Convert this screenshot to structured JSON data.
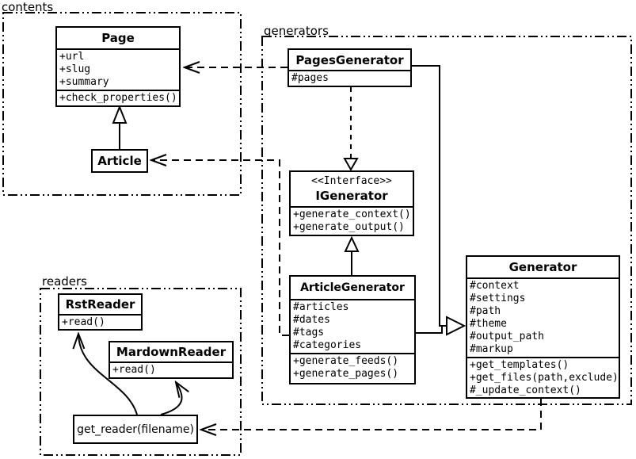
{
  "diagram_type": "uml-class-diagram",
  "colors": {
    "line": "#000000",
    "background": "#ffffff"
  },
  "packages": {
    "contents": {
      "label": "contents"
    },
    "generators": {
      "label": "generators"
    },
    "readers": {
      "label": "readers"
    }
  },
  "classes": {
    "page": {
      "title": "Page",
      "attributes": [
        "+url",
        "+slug",
        "+summary"
      ],
      "methods": [
        "+check_properties()"
      ]
    },
    "article": {
      "title": "Article"
    },
    "pages_generator": {
      "title": "PagesGenerator",
      "attributes": [
        "#pages"
      ]
    },
    "igenerator": {
      "stereotype": "<<Interface>>",
      "title": "IGenerator",
      "methods": [
        "+generate_context()",
        "+generate_output()"
      ]
    },
    "article_generator": {
      "title": "ArticleGenerator",
      "attributes": [
        "#articles",
        "#dates",
        "#tags",
        "#categories"
      ],
      "methods": [
        "+generate_feeds()",
        "+generate_pages()"
      ]
    },
    "generator": {
      "title": "Generator",
      "attributes": [
        "#context",
        "#settings",
        "#path",
        "#theme",
        "#output_path",
        "#markup"
      ],
      "methods": [
        "+get_templates()",
        "+get_files(path,exclude)",
        "#_update_context()"
      ]
    },
    "rst_reader": {
      "title": "RstReader",
      "methods": [
        "+read()"
      ]
    },
    "mardown_reader": {
      "title": "MardownReader",
      "methods": [
        "+read()"
      ]
    },
    "get_reader": {
      "label": "get_reader(filename)"
    }
  },
  "relations": [
    {
      "type": "inheritance",
      "from": "Article",
      "to": "Page"
    },
    {
      "type": "realization",
      "from": "PagesGenerator",
      "to": "IGenerator"
    },
    {
      "type": "inheritance",
      "from": "ArticleGenerator",
      "to": "IGenerator"
    },
    {
      "type": "inheritance",
      "from": "PagesGenerator",
      "to": "Generator"
    },
    {
      "type": "inheritance",
      "from": "ArticleGenerator",
      "to": "Generator"
    },
    {
      "type": "dependency",
      "from": "PagesGenerator",
      "to": "Page"
    },
    {
      "type": "dependency",
      "from": "ArticleGenerator",
      "to": "Article"
    },
    {
      "type": "dependency",
      "from": "Generator",
      "to": "get_reader(filename)"
    },
    {
      "type": "arrow",
      "from": "get_reader(filename)",
      "to": "RstReader"
    },
    {
      "type": "arrow",
      "from": "get_reader(filename)",
      "to": "MardownReader"
    }
  ]
}
